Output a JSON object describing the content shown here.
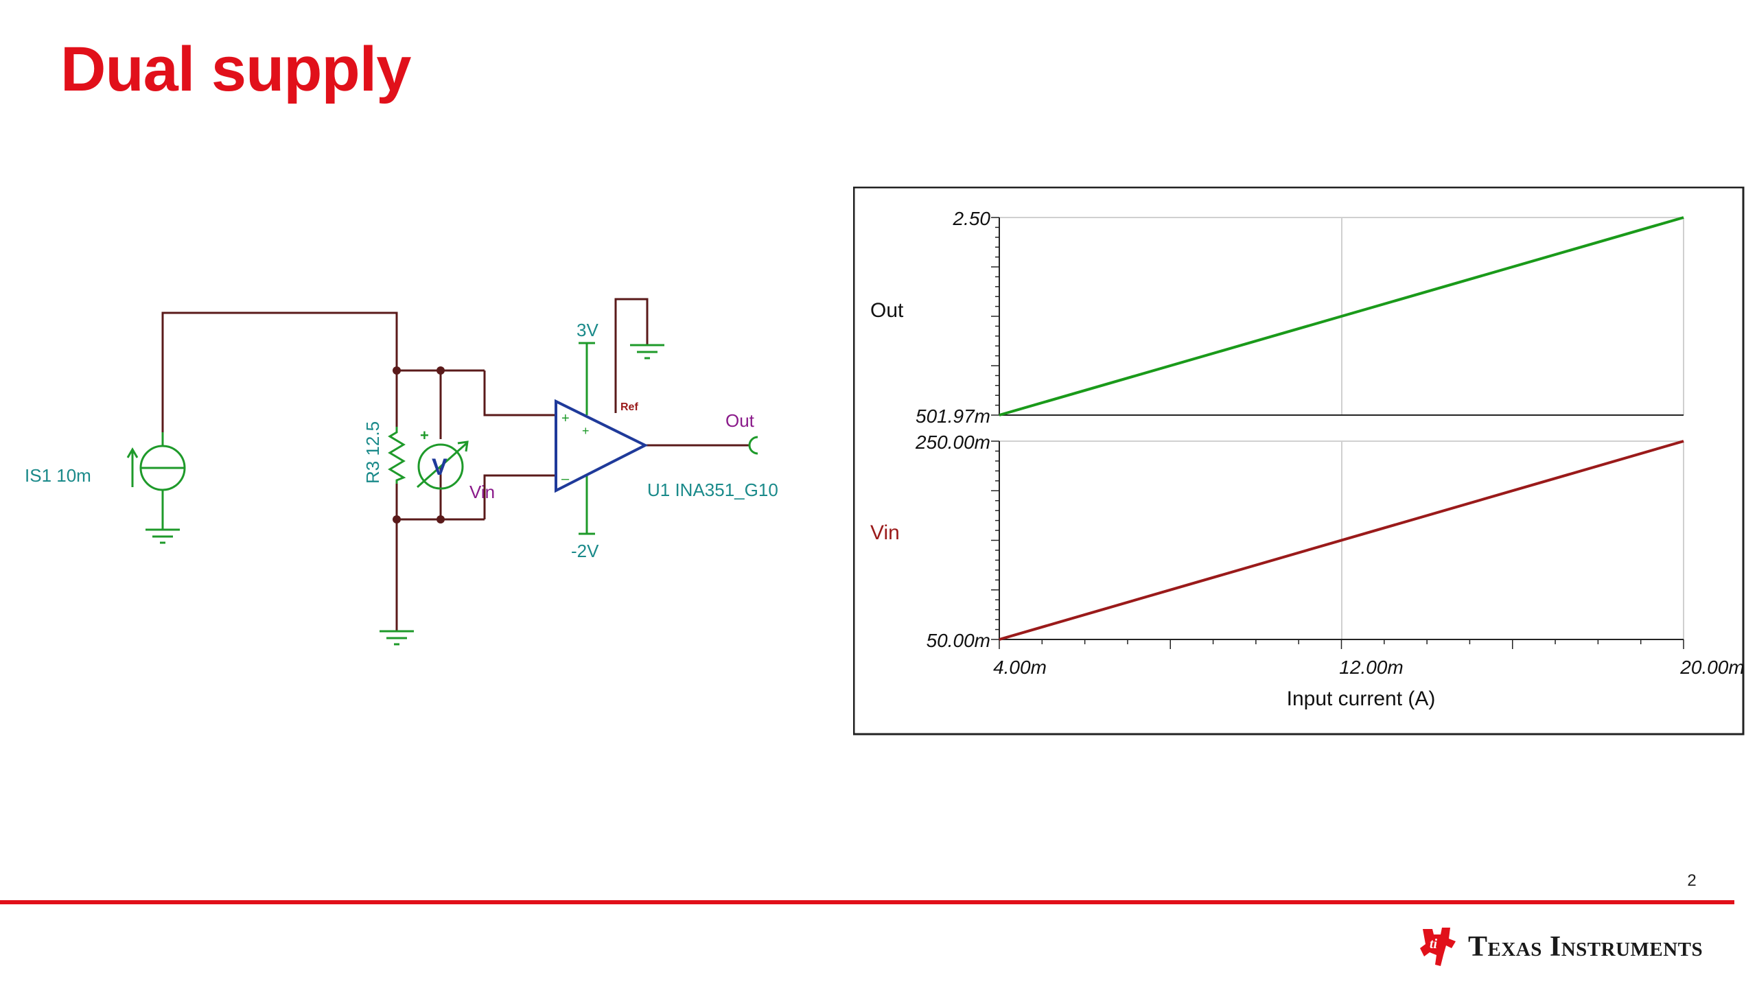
{
  "slide": {
    "title": "Dual supply",
    "page_number": "2",
    "brand": "Texas Instruments",
    "brand_icon": "ti-logo-icon"
  },
  "colors": {
    "title_red": "#e1101a",
    "wire": "#5a1a1a",
    "component_green": "#1e9a2a",
    "label_teal": "#1a8a8a",
    "net_purple": "#8a1a8a",
    "opamp_blue": "#1f3a9a",
    "out_trace": "#1a9a1a",
    "vin_trace": "#9a1a1a"
  },
  "schematic": {
    "labels": {
      "source": "IS1 10m",
      "resistor": "R3 12.5",
      "meter_symbol": "V",
      "meter_plus": "+",
      "vin": "Vin",
      "pos_supply": "3V",
      "neg_supply": "-2V",
      "ref": "Ref",
      "out": "Out",
      "amp": "U1 INA351_G10",
      "plus": "+",
      "minus": "–"
    }
  },
  "chart_data": {
    "type": "line",
    "xlabel": "Input current (A)",
    "xlim": [
      0.004,
      0.02
    ],
    "x_tick_labels": [
      "4.00m",
      "12.00m",
      "20.00m"
    ],
    "panels": [
      {
        "name": "Out",
        "ylim": [
          0.50197,
          2.5
        ],
        "y_tick_labels": {
          "top": "2.50",
          "bottom": "501.97m"
        },
        "x": [
          0.004,
          0.02
        ],
        "y": [
          0.50197,
          2.5
        ]
      },
      {
        "name": "Vin",
        "ylim": [
          0.05,
          0.25
        ],
        "y_tick_labels": {
          "top": "250.00m",
          "bottom": "50.00m"
        },
        "x": [
          0.004,
          0.02
        ],
        "y": [
          0.05,
          0.25
        ]
      }
    ]
  }
}
